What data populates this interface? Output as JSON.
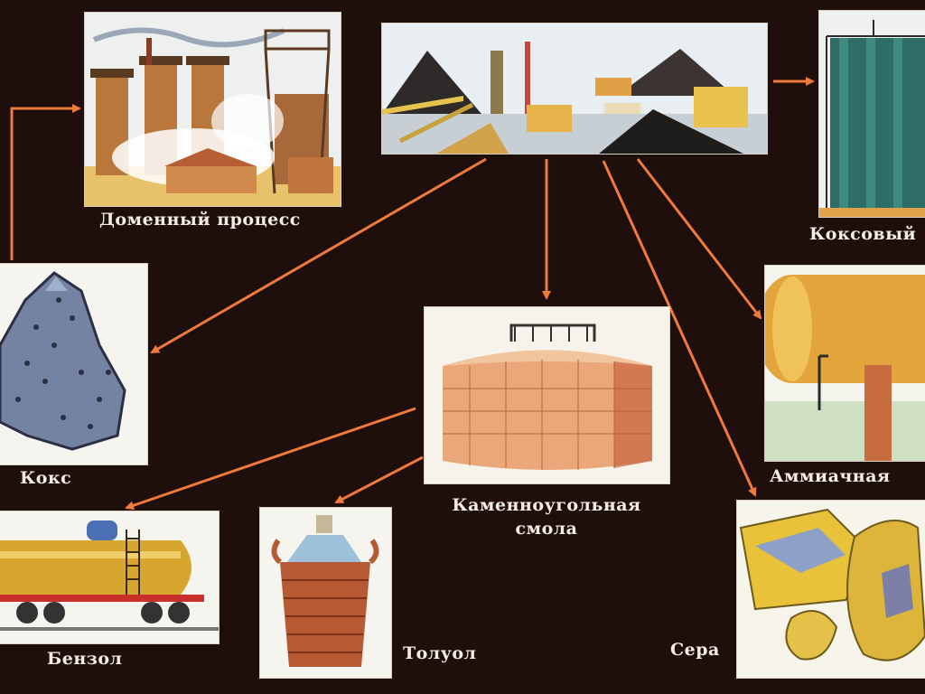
{
  "colors": {
    "background": "#1e0f0c",
    "arrow": "#f07a3c",
    "panel": "#f5f1e8",
    "label": "#f2ede2"
  },
  "nodes": {
    "blast_furnace": {
      "label": "Доменный процесс",
      "icon": "blast-furnace-illustration"
    },
    "coal_mine": {
      "icon": "coal-mine-illustration"
    },
    "coke_gas": {
      "label": "Коксовый",
      "icon": "gas-holder-illustration"
    },
    "coke": {
      "label": "Кокс",
      "icon": "coke-lump-illustration"
    },
    "coal_tar": {
      "label_line1": "Каменноугольная",
      "label_line2": "смола",
      "icon": "tar-tank-illustration"
    },
    "ammonia": {
      "label": "Аммиачная",
      "icon": "ammonia-tank-illustration"
    },
    "benzene": {
      "label": "Бензол",
      "icon": "tank-car-illustration"
    },
    "toluene": {
      "label": "Толуол",
      "icon": "wicker-bottle-illustration"
    },
    "sulfur": {
      "label": "Сера",
      "icon": "sulfur-crystals-illustration"
    }
  }
}
